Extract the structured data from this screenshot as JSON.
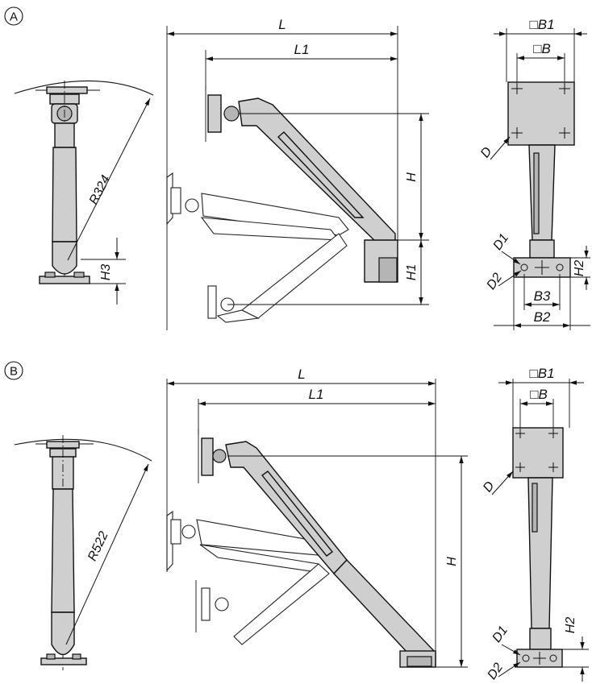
{
  "variants": {
    "a": {
      "marker": "A",
      "side_labels": {
        "L": "L",
        "L1": "L1",
        "H": "H",
        "H1": "H1"
      },
      "left_labels": {
        "radius": "R324",
        "H3": "H3"
      },
      "front_labels": {
        "B1": "□B1",
        "B": "□B",
        "D": "D",
        "D1": "D1",
        "D2": "D2",
        "B3": "B3",
        "B2": "B2",
        "H2": "H2"
      }
    },
    "b": {
      "marker": "B",
      "side_labels": {
        "L": "L",
        "L1": "L1",
        "H": "H"
      },
      "left_labels": {
        "radius": "R522"
      },
      "front_labels": {
        "B1": "□B1",
        "B": "□B",
        "D": "D",
        "D1": "D1",
        "D2": "D2",
        "H2": "H2"
      }
    }
  },
  "colors": {
    "part_fill": "#cfcfcf",
    "line": "#111111",
    "background": "#ffffff"
  }
}
